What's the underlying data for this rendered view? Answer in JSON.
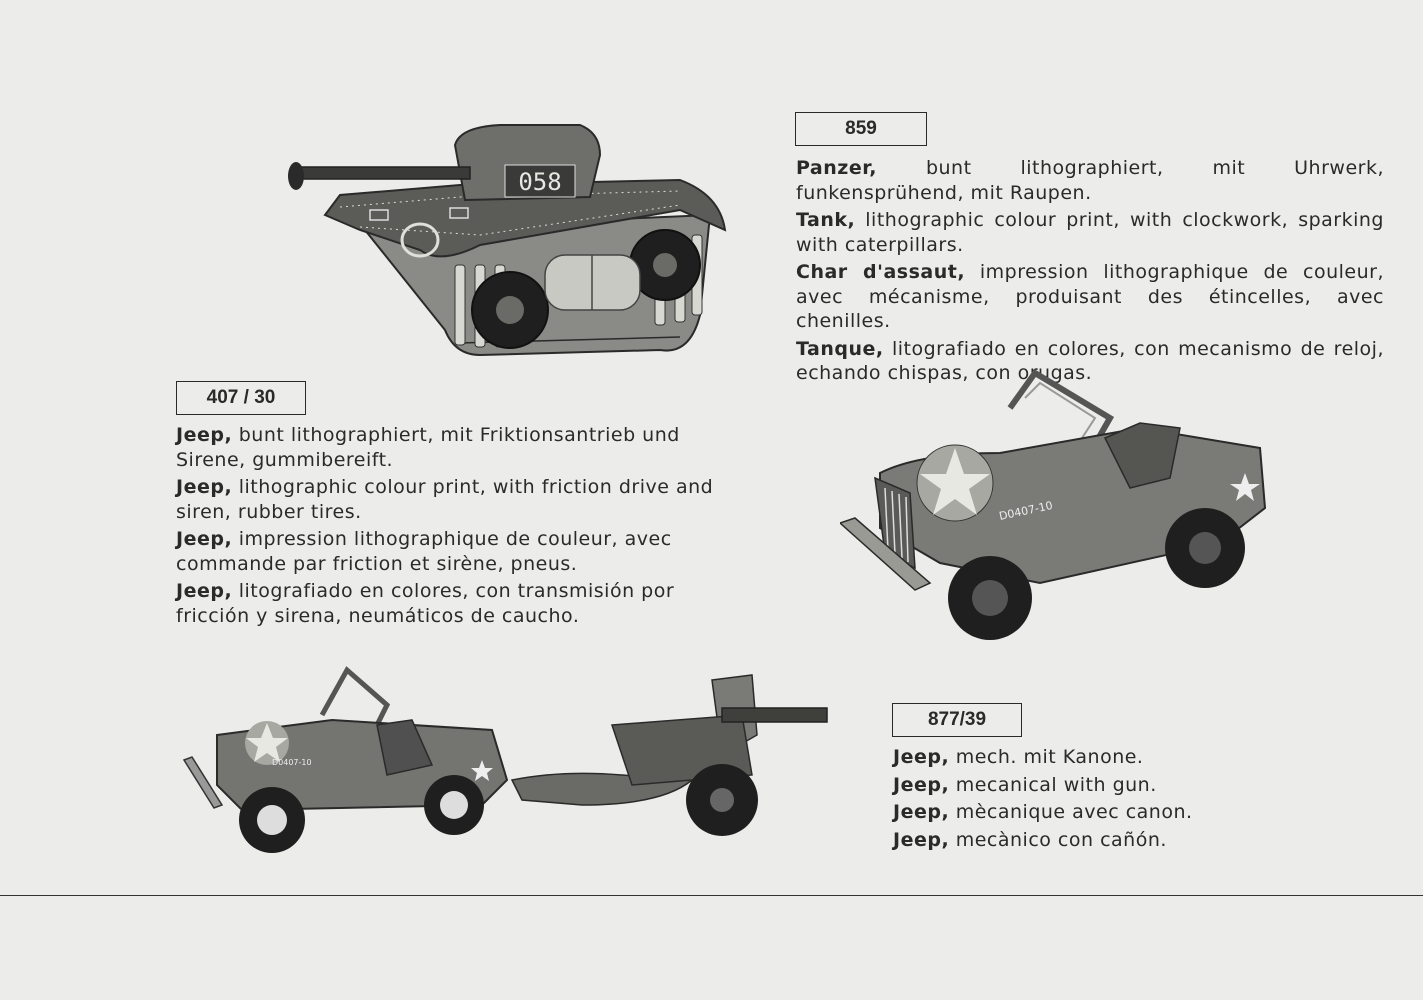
{
  "items": [
    {
      "number": "859",
      "lines": [
        {
          "lead": "Panzer,",
          "text": " bunt lithographiert, mit Uhrwerk, funkensprühend, mit Raupen."
        },
        {
          "lead": "Tank,",
          "text": " lithographic colour print, with clockwork, sparking with caterpillars."
        },
        {
          "lead": "Char d'assaut,",
          "text": " impression lithographique de couleur, avec mécanisme, produisant des étincelles, avec chenilles."
        },
        {
          "lead": "Tanque,",
          "text": " litografiado en colores, con mecanismo de reloj, echando chispas, con orugas."
        }
      ],
      "photo_markings": "058"
    },
    {
      "number": "407 / 30",
      "lines": [
        {
          "lead": "Jeep,",
          "text": " bunt lithographiert, mit Friktionsantrieb und Sirene, gummibereift."
        },
        {
          "lead": "Jeep,",
          "text": " lithographic colour print, with friction drive and siren, rubber tires."
        },
        {
          "lead": "Jeep,",
          "text": " impression lithographique de couleur, avec commande par friction et sirène, pneus."
        },
        {
          "lead": "Jeep,",
          "text": " litografiado en colores, con transmisión por fricción y sirena, neumáticos de caucho."
        }
      ],
      "photo_markings": "D0407-10"
    },
    {
      "number": "877/39",
      "lines": [
        {
          "lead": "Jeep,",
          "text": " mech. mit Kanone."
        },
        {
          "lead": "Jeep,",
          "text": " mecanical with gun."
        },
        {
          "lead": "Jeep,",
          "text": " mècanique avec canon."
        },
        {
          "lead": "Jeep,",
          "text": " mecànico con cañón."
        }
      ]
    }
  ],
  "colors": {
    "paper": "#ececea",
    "ink": "#2a2a2a",
    "metal_dark": "#4a4a48",
    "metal_mid": "#777774",
    "metal_light": "#b5b5b0"
  }
}
